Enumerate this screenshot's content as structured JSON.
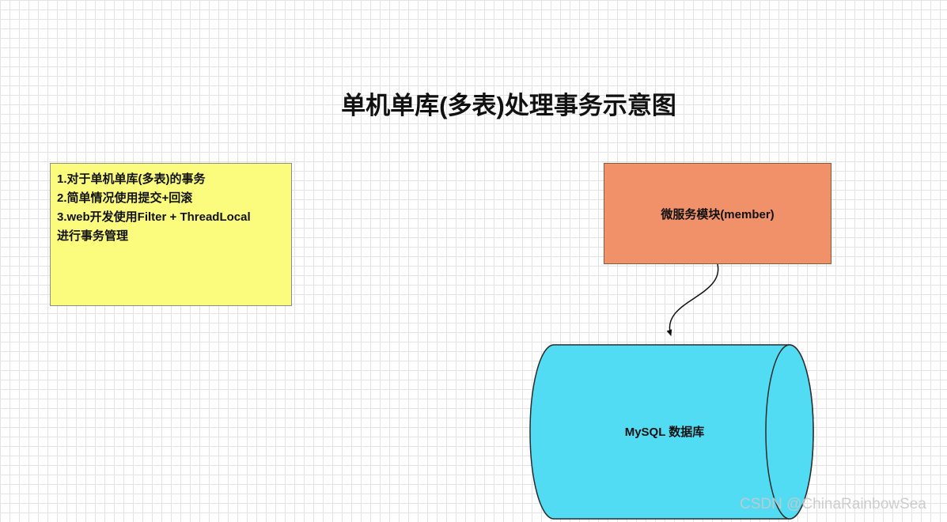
{
  "diagram": {
    "title": "单机单库(多表)处理事务示意图",
    "note_box": {
      "lines": [
        "1.对于单机单库(多表)的事务",
        "2.简单情况使用提交+回滚",
        "3.web开发使用Filter + ThreadLocal",
        "进行事务管理"
      ]
    },
    "service_box": {
      "label": "微服务模块(member)"
    },
    "database_cylinder": {
      "label": "MySQL 数据库"
    },
    "watermark": "CSDN @ChinaRainbowSea"
  },
  "colors": {
    "grid_line": "#E3E3E3",
    "note_fill": "#FBFC7E",
    "note_border": "#8C8C8C",
    "service_fill": "#F0916A",
    "service_border": "#8A5A3B",
    "db_fill": "#52DCF4",
    "db_stroke": "#2B2B2B",
    "connector": "#111111",
    "watermark_color": "#C9C9C9"
  }
}
